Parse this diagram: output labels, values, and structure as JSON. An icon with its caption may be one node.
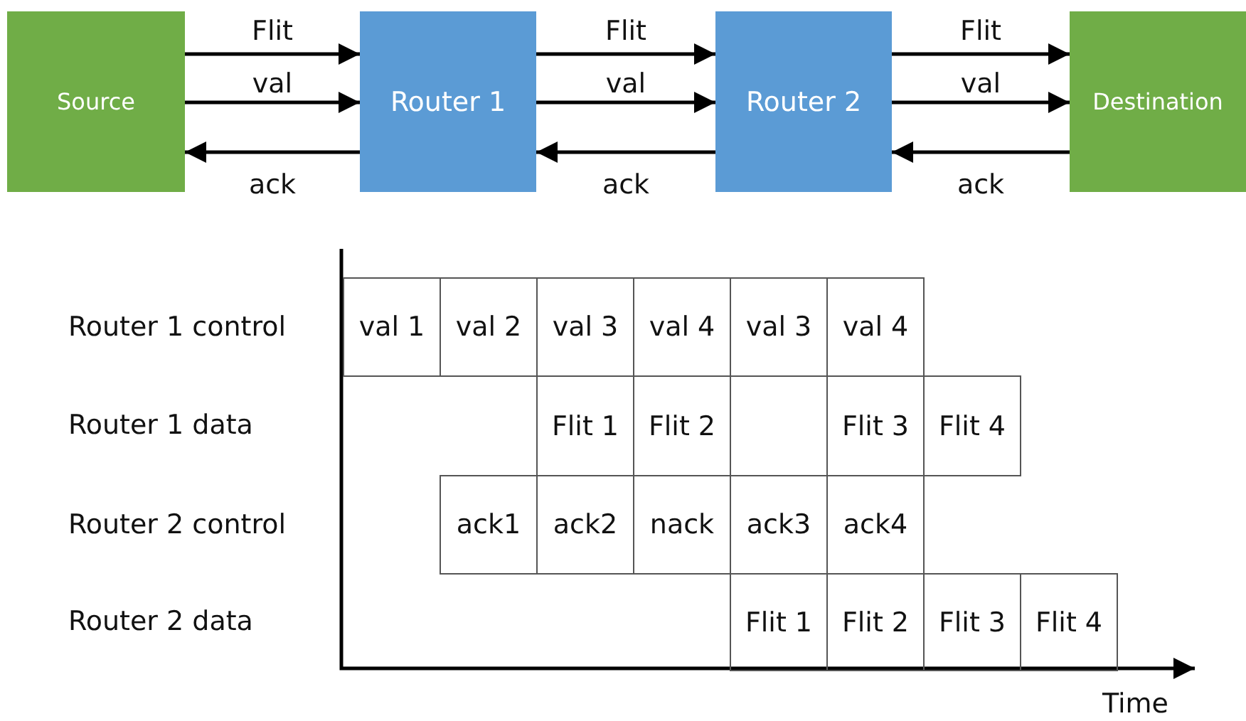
{
  "diagram": {
    "nodes": [
      {
        "text": [
          "Source"
        ]
      },
      {
        "text": [
          "Router 1"
        ]
      },
      {
        "text": [
          "Router 2"
        ]
      },
      {
        "text": [
          "Destination"
        ]
      }
    ],
    "edges": [
      {
        "from": 0,
        "to": 1,
        "arrow": "to",
        "label": "Flit"
      },
      {
        "from": 0,
        "to": 1,
        "arrow": "to",
        "label": "val"
      },
      {
        "from": 1,
        "to": 0,
        "arrow": "to",
        "label": "ack"
      },
      {
        "from": 1,
        "to": 2,
        "arrow": "to",
        "label": "Flit"
      },
      {
        "from": 1,
        "to": 2,
        "arrow": "to",
        "label": "val"
      },
      {
        "from": 2,
        "to": 1,
        "arrow": "to",
        "label": "ack"
      },
      {
        "from": 2,
        "to": 3,
        "arrow": "to",
        "label": "Flit"
      },
      {
        "from": 2,
        "to": 3,
        "arrow": "to",
        "label": "val"
      },
      {
        "from": 3,
        "to": 2,
        "arrow": "to",
        "label": "ack"
      }
    ],
    "labels": [
      "Router 1 control",
      "val 1",
      "val 2",
      "val 3",
      "val 4",
      "val 3",
      "val 4",
      "Router 1 data",
      "Flit 1",
      "Flit 2",
      "Flit 3",
      "Flit 4",
      "Router 2 control",
      "ack1",
      "ack2",
      "nack",
      "ack3",
      "ack4",
      "Router 2 data",
      "Flit 1",
      "Flit 2",
      "Flit 3",
      "Flit 4",
      "Time"
    ]
  }
}
